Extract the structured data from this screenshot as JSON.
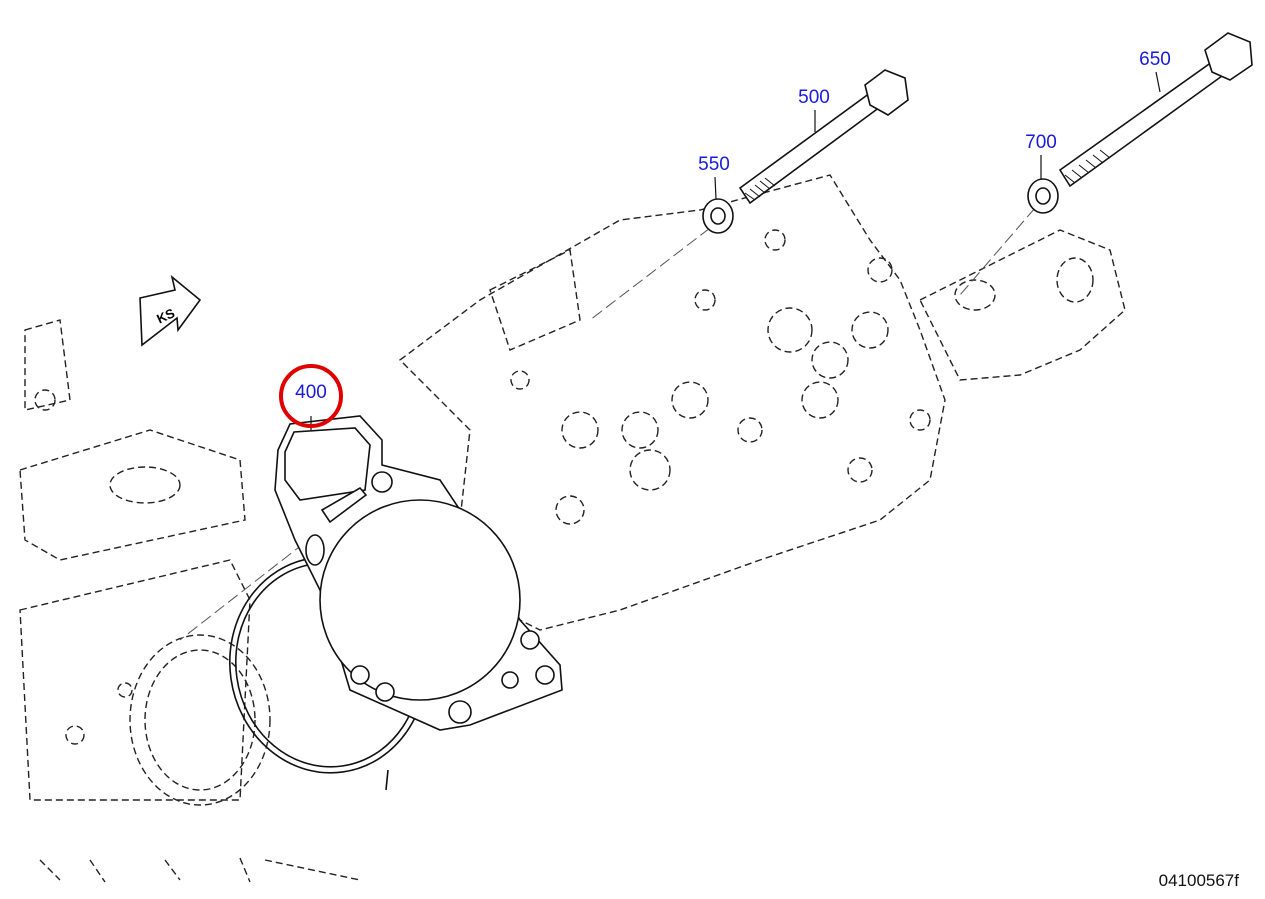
{
  "diagram": {
    "drawing_number": "04100567f",
    "direction_marker": "KS",
    "highlight_color": "#e00000",
    "callout_color": "#1a1adb",
    "callouts": [
      {
        "id": "400",
        "label": "400",
        "highlighted": true
      },
      {
        "id": "500",
        "label": "500",
        "highlighted": false
      },
      {
        "id": "550",
        "label": "550",
        "highlighted": false
      },
      {
        "id": "650",
        "label": "650",
        "highlighted": false
      },
      {
        "id": "700",
        "label": "700",
        "highlighted": false
      }
    ]
  }
}
